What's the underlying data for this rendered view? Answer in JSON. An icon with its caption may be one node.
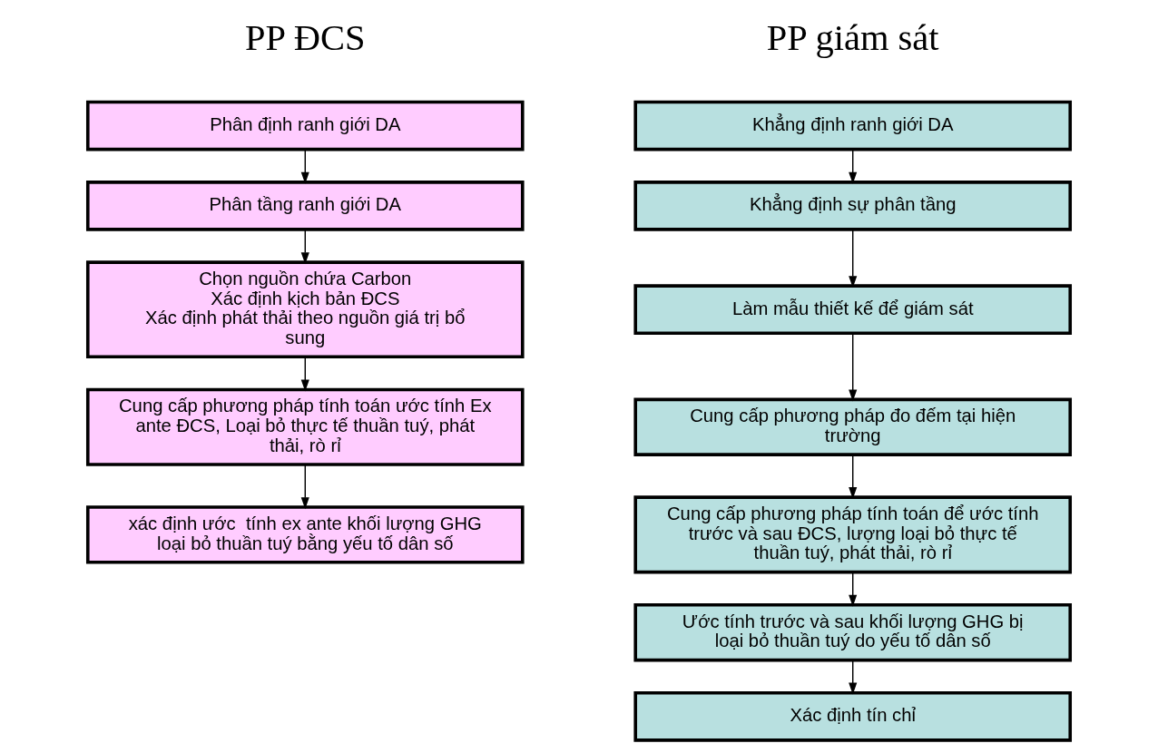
{
  "diagram": {
    "nodes": [
      {
        "text": [
          "Phân định ranh giới DA"
        ]
      },
      {
        "text": [
          "Phân tầng ranh giới DA"
        ]
      },
      {
        "text": [
          "Chọn nguồn chứa Carbon",
          "Xác định kịch bản ĐCS",
          "Xác định phát thải theo nguồn giá trị bổ sung"
        ]
      },
      {
        "text": [
          "Cung cấp phương pháp tính toán ước tính Ex ante ĐCS, Loại bỏ thực tế thuần tuý, phát thải, rò rỉ"
        ]
      },
      {
        "text": [
          "xác định ước  tính ex ante khối lượng GHG loại bỏ thuần tuý bằng yếu tố dân số"
        ]
      },
      {
        "text": [
          "Khẳng định ranh giới DA"
        ]
      },
      {
        "text": [
          "Khẳng định sự phân tầng"
        ]
      },
      {
        "text": [
          "Làm mẫu thiết kế để giám sát"
        ]
      },
      {
        "text": [
          "Cung cấp phương pháp đo đếm tại hiện trường"
        ]
      },
      {
        "text": [
          "Cung cấp phương pháp tính toán để ước tính trước và sau ĐCS, lượng loại bỏ thực tế thuần tuý, phát thải, rò rỉ"
        ]
      },
      {
        "text": [
          "Ước tính trước và sau khối lượng GHG bị loại bỏ thuần tuý do yếu tố dân số"
        ]
      },
      {
        "text": [
          "Xác định tín chỉ"
        ]
      }
    ],
    "edges": [
      {
        "from": 0,
        "to": 1,
        "arrow": "to"
      },
      {
        "from": 1,
        "to": 2,
        "arrow": "to"
      },
      {
        "from": 2,
        "to": 3,
        "arrow": "to"
      },
      {
        "from": 3,
        "to": 4,
        "arrow": "to"
      },
      {
        "from": 5,
        "to": 6,
        "arrow": "to"
      },
      {
        "from": 6,
        "to": 7,
        "arrow": "to"
      },
      {
        "from": 7,
        "to": 8,
        "arrow": "to"
      },
      {
        "from": 8,
        "to": 9,
        "arrow": "to"
      },
      {
        "from": 9,
        "to": 10,
        "arrow": "to"
      },
      {
        "from": 10,
        "to": 11,
        "arrow": "to"
      }
    ],
    "labels": [
      "PP ĐCS",
      "PP giám sát"
    ]
  }
}
